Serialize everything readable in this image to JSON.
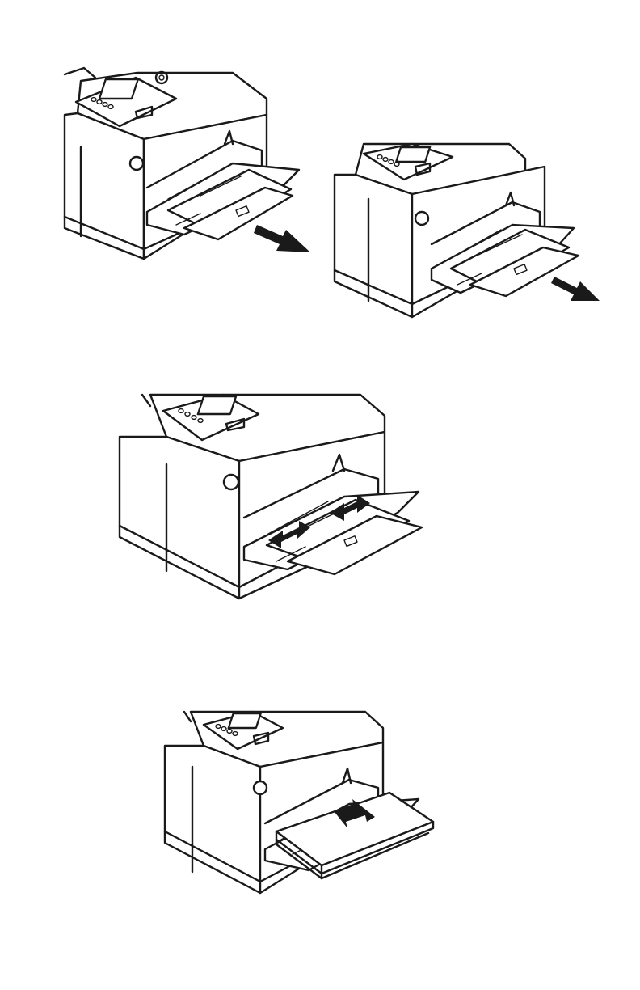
{
  "page": {
    "illustrations": [
      {
        "id": "step-1",
        "subject": "printer",
        "action": "pull-out-tray-extension",
        "arrow": "pull-out"
      },
      {
        "id": "step-2",
        "subject": "printer",
        "action": "pull-out-second-extension",
        "arrow": "pull-out"
      },
      {
        "id": "step-3",
        "subject": "printer",
        "action": "adjust-paper-guides",
        "arrow": "double-sided-horizontal"
      },
      {
        "id": "step-4",
        "subject": "printer",
        "action": "load-paper-stack",
        "arrow": "push-in"
      }
    ],
    "colors": {
      "line": "#1a1a1a",
      "paper": "#ffffff"
    }
  }
}
